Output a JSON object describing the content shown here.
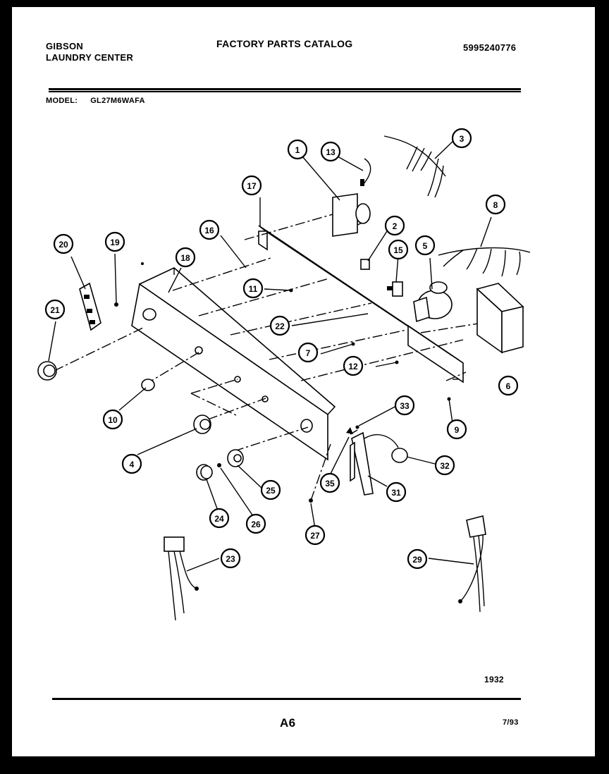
{
  "header": {
    "brand_line1": "GIBSON",
    "brand_line2": "LAUNDRY CENTER",
    "catalog_title": "FACTORY PARTS CATALOG",
    "part_number": "5995240776"
  },
  "model": {
    "label": "MODEL:",
    "value": "GL27M6WAFA"
  },
  "diagram": {
    "callouts": [
      "1",
      "2",
      "3",
      "4",
      "5",
      "6",
      "7",
      "8",
      "9",
      "10",
      "11",
      "12",
      "13",
      "15",
      "16",
      "17",
      "18",
      "19",
      "20",
      "21",
      "22",
      "23",
      "24",
      "25",
      "26",
      "27",
      "29",
      "31",
      "32",
      "33",
      "35"
    ]
  },
  "footer": {
    "diagram_code": "1932",
    "page_label": "A6",
    "date": "7/93"
  }
}
